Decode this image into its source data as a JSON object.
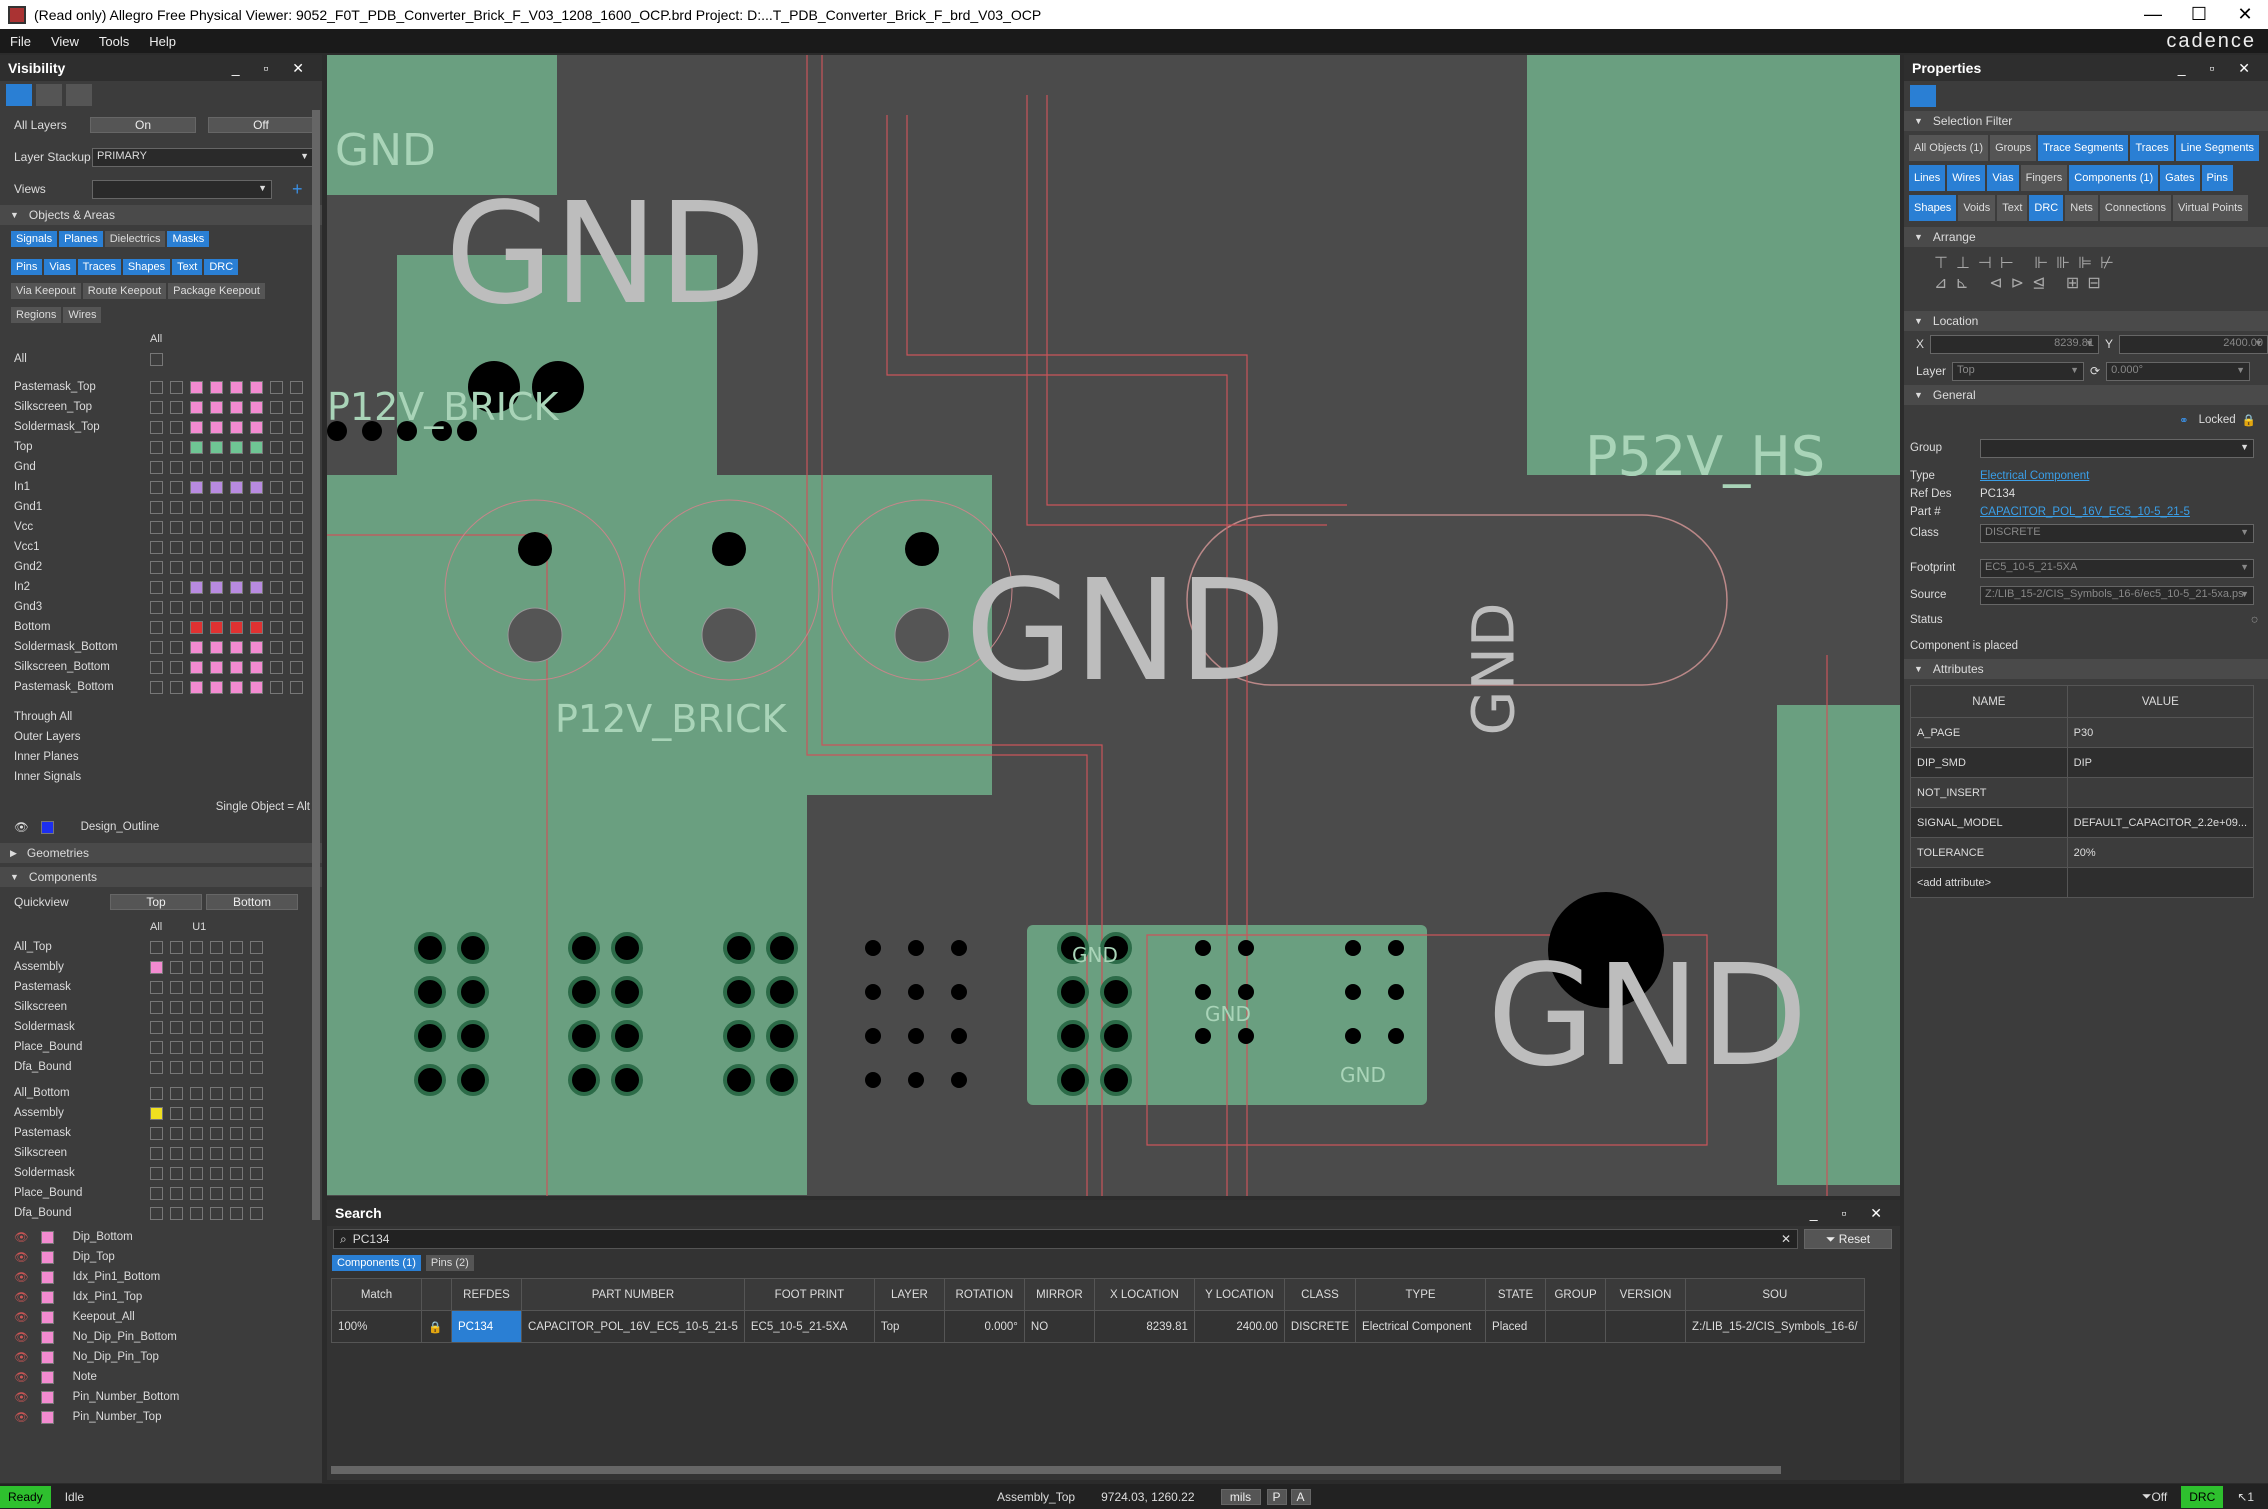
{
  "window": {
    "title": "(Read only) Allegro Free Physical Viewer: 9052_F0T_PDB_Converter_Brick_F_V03_1208_1600_OCP.brd  Project: D:...T_PDB_Converter_Brick_F_brd_V03_OCP",
    "min": "—",
    "max": "☐",
    "close": "✕"
  },
  "menu": [
    "File",
    "View",
    "Tools",
    "Help"
  ],
  "brand": "cadence",
  "visibility": {
    "title": "Visibility",
    "all_layers": "All Layers",
    "on": "On",
    "off": "Off",
    "layer_stackup": "Layer Stackup",
    "stackup_value": "PRIMARY",
    "views": "Views",
    "objects_section": "Objects & Areas",
    "chips1": [
      "Signals",
      "Planes",
      "Dielectrics",
      "Masks"
    ],
    "chips2": [
      "Pins",
      "Vias",
      "Traces",
      "Shapes",
      "Text",
      "DRC"
    ],
    "chips3": [
      "Via Keepout",
      "Route Keepout",
      "Package Keepout"
    ],
    "chips4": [
      "Regions",
      "Wires"
    ],
    "all_header": "All",
    "all_row": "All",
    "layers": [
      "Pastemask_Top",
      "Silkscreen_Top",
      "Soldermask_Top",
      "Top",
      "Gnd",
      "In1",
      "Gnd1",
      "Vcc",
      "Vcc1",
      "Gnd2",
      "In2",
      "Gnd3",
      "Bottom",
      "Soldermask_Bottom",
      "Silkscreen_Bottom",
      "Pastemask_Bottom"
    ],
    "extra": [
      "Through All",
      "Outer Layers",
      "Inner Planes",
      "Inner Signals"
    ],
    "single_object": "Single Object = Alt",
    "design_outline": "Design_Outline",
    "geometries": "Geometries",
    "components": "Components",
    "quickview": "Quickview",
    "top": "Top",
    "bottom": "Bottom",
    "u1": "U1",
    "comp_top": [
      "All_Top",
      "Assembly",
      "Pastemask",
      "Silkscreen",
      "Soldermask",
      "Place_Bound",
      "Dfa_Bound"
    ],
    "comp_bottom": [
      "All_Bottom",
      "Assembly",
      "Pastemask",
      "Silkscreen",
      "Soldermask",
      "Place_Bound",
      "Dfa_Bound"
    ],
    "geom": [
      "Dip_Bottom",
      "Dip_Top",
      "Idx_Pin1_Bottom",
      "Idx_Pin1_Top",
      "Keepout_All",
      "No_Dip_Pin_Bottom",
      "No_Dip_Pin_Top",
      "Note",
      "Pin_Number_Bottom",
      "Pin_Number_Top"
    ]
  },
  "canvas": {
    "labels": [
      "GND",
      "GND",
      "P12V_BRICK",
      "GND",
      "P12V_BRICK",
      "P52V_HS",
      "GND",
      "GND",
      "GND",
      "GND",
      "GND"
    ]
  },
  "search": {
    "title": "Search",
    "query": "PC134",
    "reset": "Reset",
    "tabs": [
      "Components (1)",
      "Pins (2)"
    ],
    "columns": [
      "Match",
      "",
      "REFDES",
      "PART NUMBER",
      "FOOT PRINT",
      "LAYER",
      "ROTATION",
      "MIRROR",
      "X LOCATION",
      "Y LOCATION",
      "CLASS",
      "TYPE",
      "STATE",
      "GROUP",
      "VERSION",
      "SOU"
    ],
    "rows": [
      [
        "100%",
        "🔒",
        "PC134",
        "CAPACITOR_POL_16V_EC5_10-5_21-5",
        "EC5_10-5_21-5XA",
        "Top",
        "0.000°",
        "NO",
        "8239.81",
        "2400.00",
        "DISCRETE",
        "Electrical Component",
        "Placed",
        "",
        "",
        "Z:/LIB_15-2/CIS_Symbols_16-6/"
      ]
    ]
  },
  "properties": {
    "title": "Properties",
    "selection_filter": "Selection Filter",
    "sf_chips": [
      "All Objects (1)",
      "Groups",
      "Trace Segments",
      "Traces",
      "Line Segments",
      "Lines",
      "Wires",
      "Vias",
      "Fingers",
      "Components (1)",
      "Gates",
      "Pins",
      "Shapes",
      "Voids",
      "Text",
      "DRC",
      "Nets",
      "Connections",
      "Virtual Points"
    ],
    "arrange": "Arrange",
    "location": "Location",
    "x_label": "X",
    "x_value": "8239.81",
    "y_label": "Y",
    "y_value": "2400.00",
    "layer_label": "Layer",
    "layer_value": "Top",
    "rot_value": "0.000°",
    "general": "General",
    "locked": "Locked",
    "group": "Group",
    "type_label": "Type",
    "type_value": "Electrical Component",
    "refdes_label": "Ref Des",
    "refdes_value": "PC134",
    "part_label": "Part #",
    "part_value": "CAPACITOR_POL_16V_EC5_10-5_21-5",
    "class_label": "Class",
    "class_value": "DISCRETE",
    "footprint_label": "Footprint",
    "footprint_value": "EC5_10-5_21-5XA",
    "source_label": "Source",
    "source_value": "Z:/LIB_15-2/CIS_Symbols_16-6/ec5_10-5_21-5xa.ps",
    "status_label": "Status",
    "status_text": "Component is placed",
    "attributes": "Attributes",
    "attr_name": "NAME",
    "attr_value": "VALUE",
    "attrs": [
      [
        "A_PAGE",
        "P30"
      ],
      [
        "DIP_SMD",
        "DIP"
      ],
      [
        "NOT_INSERT",
        ""
      ],
      [
        "SIGNAL_MODEL",
        "DEFAULT_CAPACITOR_2.2e+09..."
      ],
      [
        "TOLERANCE",
        "20%"
      ],
      [
        "<add attribute>",
        ""
      ]
    ]
  },
  "status": {
    "ready": "Ready",
    "idle": "Idle",
    "layer": "Assembly_Top",
    "coords": "9724.03, 1260.22",
    "units": "mils",
    "p": "P",
    "a": "A",
    "filter": "Off",
    "drc": "DRC",
    "sel": "1"
  }
}
